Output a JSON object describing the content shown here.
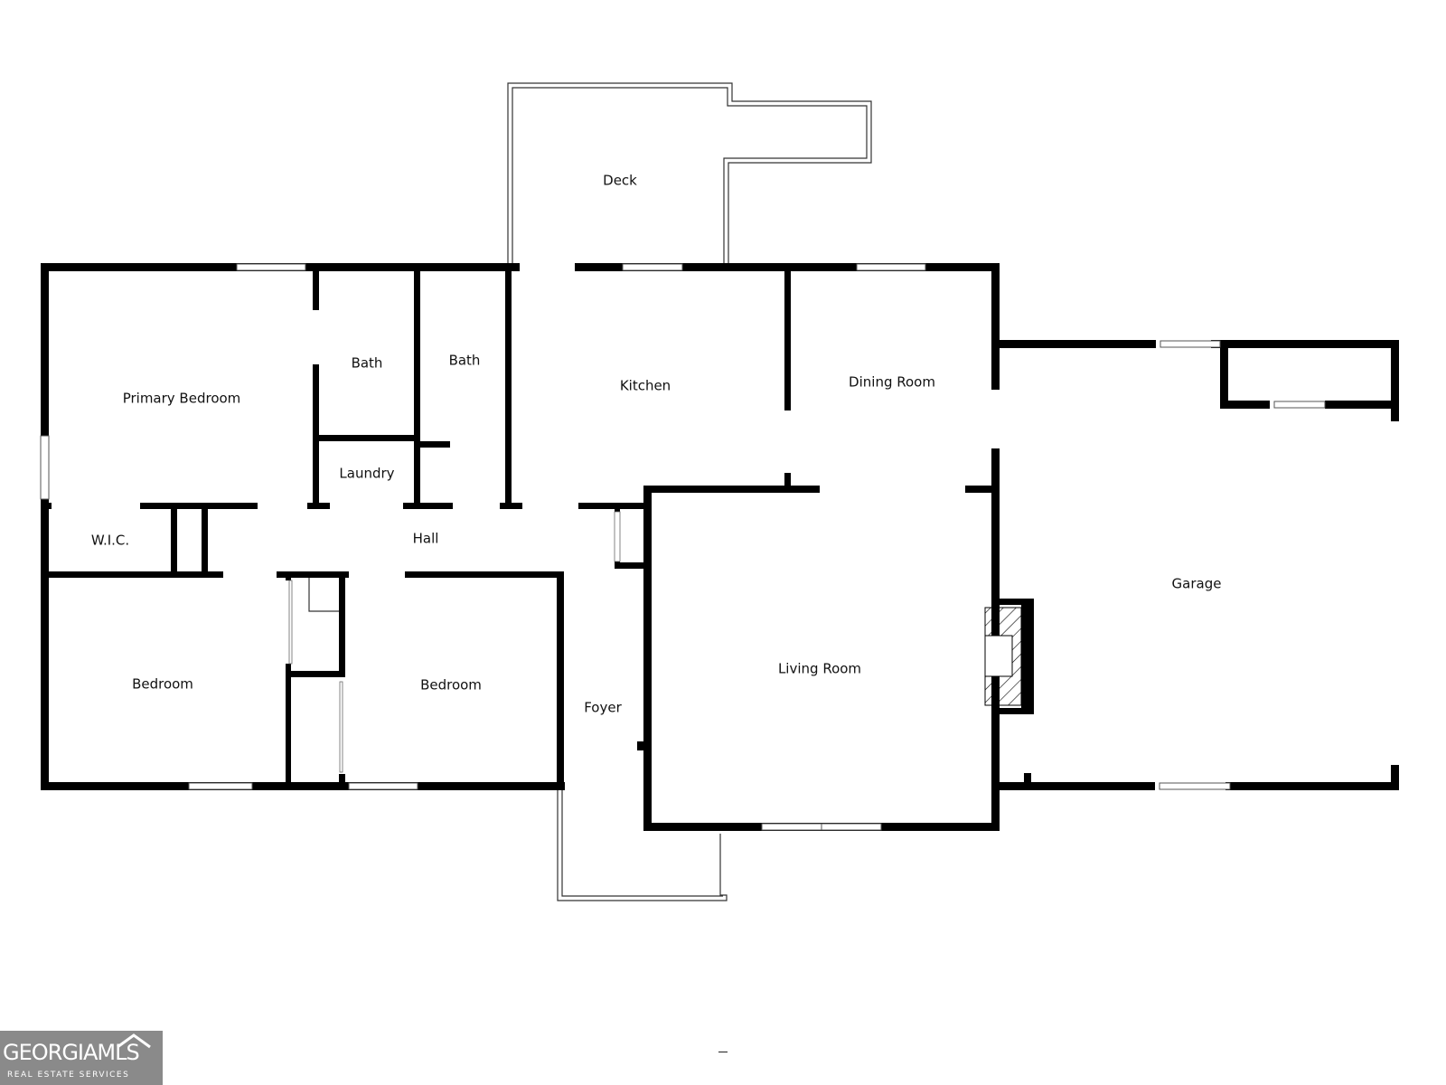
{
  "floor_plan": {
    "rooms": {
      "deck": "Deck",
      "primary_bedroom": "Primary Bedroom",
      "bath_1": "Bath",
      "bath_2": "Bath",
      "laundry": "Laundry",
      "kitchen": "Kitchen",
      "dining_room": "Dining Room",
      "wic": "W.I.C.",
      "hall": "Hall",
      "garage": "Garage",
      "bedroom_1": "Bedroom",
      "bedroom_2": "Bedroom",
      "foyer": "Foyer",
      "living_room": "Living Room"
    }
  },
  "logo": {
    "main_text": "GEORGIAMLS",
    "sub_text": "REAL ESTATE SERVICES"
  },
  "colors": {
    "wall": "#000000",
    "background": "#ffffff",
    "logo_background": "#8a8a8a"
  }
}
